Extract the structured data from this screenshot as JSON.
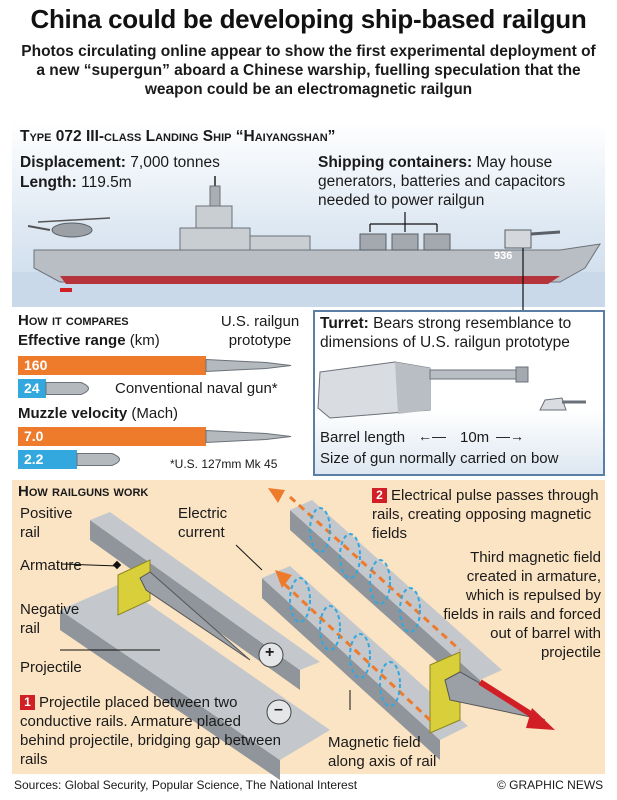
{
  "title": "China could be developing ship-based railgun",
  "subtitle": "Photos circulating online appear to show the first experimental deployment of a new “supergun” aboard a Chinese warship, fuelling speculation that the weapon could be an electromagnetic railgun",
  "ship": {
    "heading": "Type 072 III-class Landing Ship “Haiyangshan”",
    "displacement_label": "Displacement:",
    "displacement_value": "7,000 tonnes",
    "length_label": "Length:",
    "length_value": "119.5m",
    "containers_label": "Shipping containers:",
    "containers_text": "May house generators, batteries and capacitors needed to power railgun",
    "hull_number": "936"
  },
  "compare": {
    "heading": "How it compares",
    "railgun_label": "U.S. railgun prototype",
    "range_label": "Effective range",
    "range_unit": "(km)",
    "railgun_range": "160",
    "naval_range": "24",
    "naval_label": "Conventional naval gun*",
    "velocity_label": "Muzzle velocity",
    "velocity_unit": "(Mach)",
    "railgun_velocity": "7.0",
    "naval_velocity": "2.2",
    "footnote": "*U.S. 127mm Mk 45",
    "values": {
      "range": {
        "railgun": 160,
        "naval": 24,
        "max": 160
      },
      "velocity": {
        "railgun": 7.0,
        "naval": 2.2,
        "max": 7.0
      }
    }
  },
  "turret": {
    "label": "Turret:",
    "text": "Bears strong resemblance to dimensions of U.S. railgun prototype",
    "barrel_label": "Barrel length",
    "barrel_value": "10m",
    "normal_text": "Size of gun normally carried on bow"
  },
  "works": {
    "heading": "How railguns work",
    "positive_rail": "Positive rail",
    "armature": "Armature",
    "negative_rail": "Negative rail",
    "projectile": "Projectile",
    "electric_current": "Electric current",
    "step1_num": "1",
    "step1": "Projectile placed between two conductive rails. Armature placed behind projectile, bridging gap between rails",
    "step2_num": "2",
    "step2": "Electrical pulse passes through rails, creating opposing magnetic fields",
    "third_field": "Third magnetic field created in armature, which is repulsed by fields in rails and forced out of barrel with projectile",
    "magnetic_field": "Magnetic field along axis of rail",
    "plus": "+",
    "minus": "–"
  },
  "footer": {
    "sources": "Sources: Global Security, Popular Science, The National Interest",
    "credit": "© GRAPHIC NEWS"
  },
  "colors": {
    "orange": "#ee7a2c",
    "blue": "#33a8df",
    "red": "#d21f26",
    "panel_peach": "#fbe4c4",
    "panel_blue": "#dfe9f3"
  }
}
